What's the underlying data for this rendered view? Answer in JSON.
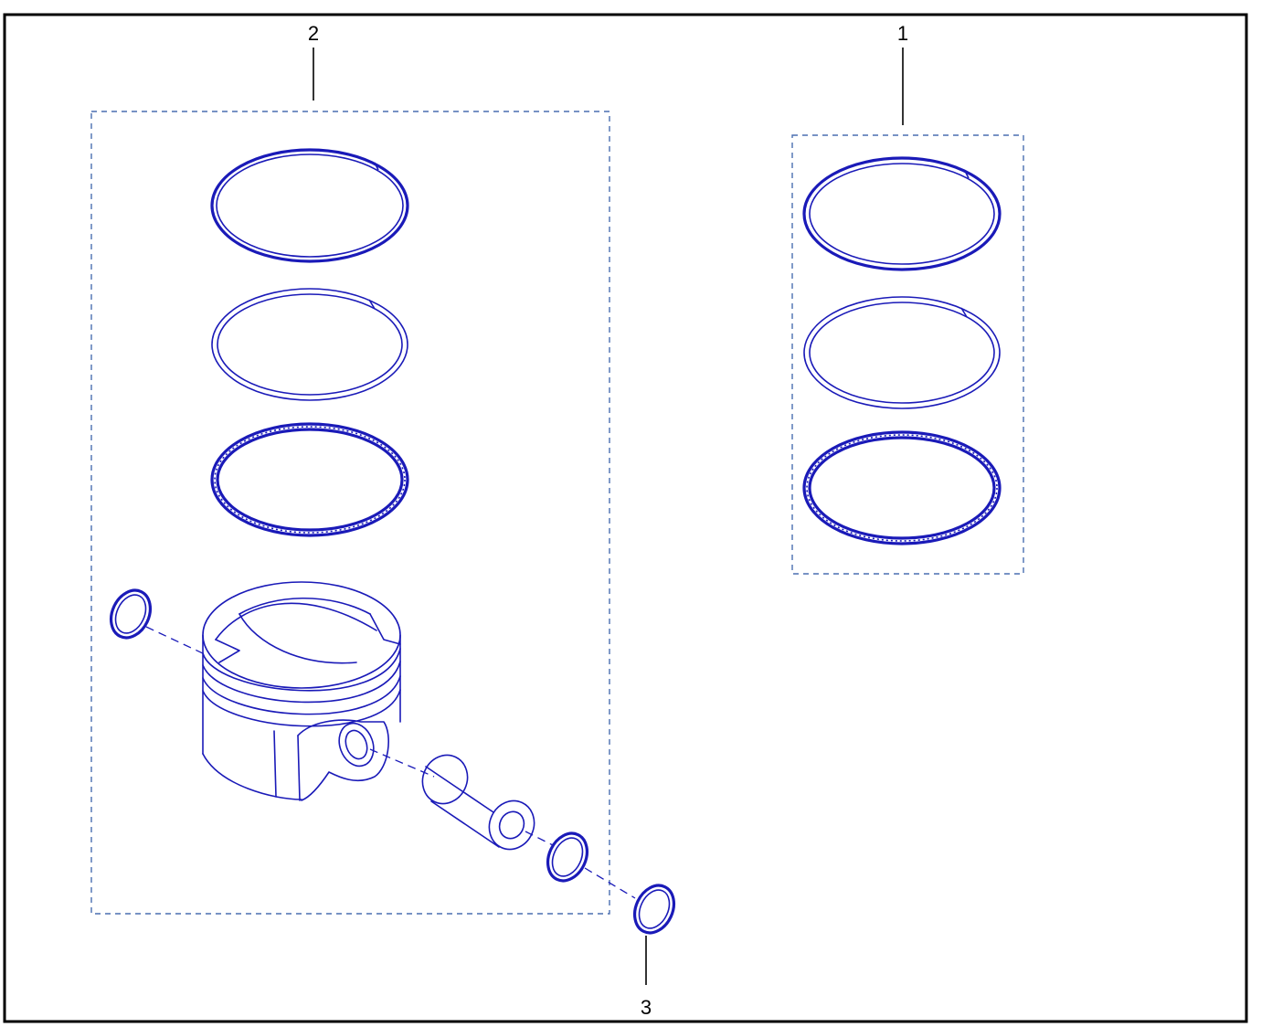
{
  "callouts": [
    {
      "number": "1"
    },
    {
      "number": "2"
    },
    {
      "number": "3"
    }
  ],
  "colors": {
    "part_line": "#1a1ab8",
    "group_box": "#4a6fb0",
    "frame": "#000000",
    "background": "#ffffff"
  }
}
